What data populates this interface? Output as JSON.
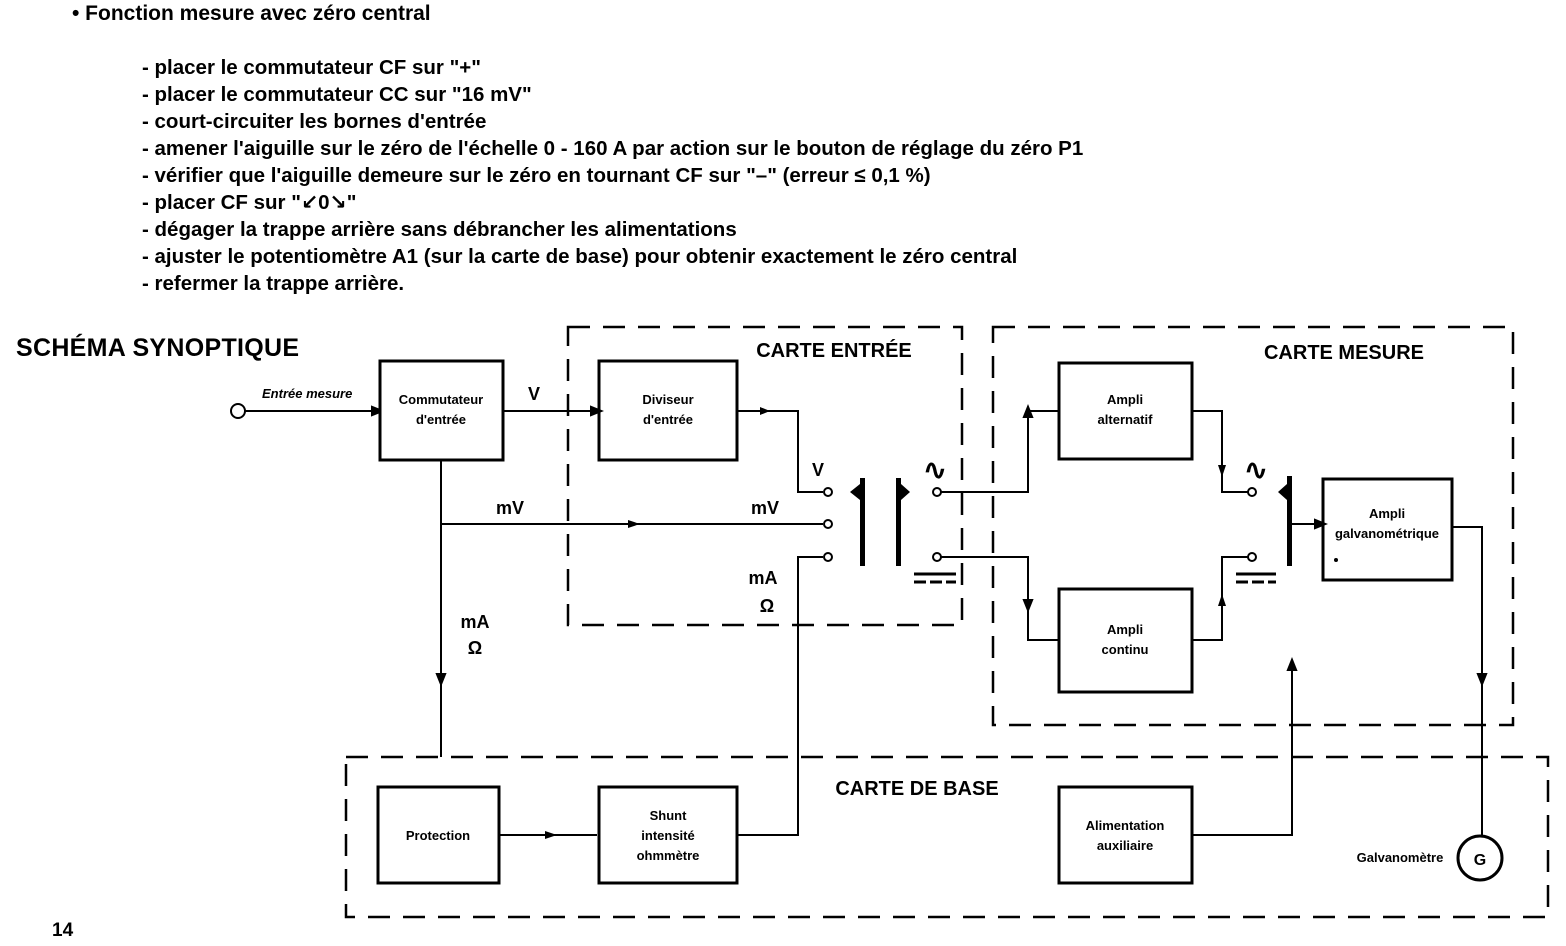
{
  "section": {
    "heading": "• Fonction mesure avec zéro central",
    "steps": [
      "- placer le commutateur  CF  sur \"+\"",
      "- placer le commutateur  CC  sur \"16 mV\"",
      "- court-circuiter les bornes d'entrée",
      "- amener l'aiguille sur le zéro de l'échelle 0 - 160  A  par action sur le bouton de réglage du zéro  P1",
      "- vérifier que l'aiguille demeure sur le zéro en tournant  CF  sur \"–\" (erreur ≤ 0,1 %)",
      "- placer  CF sur \"↙0↘\"",
      "- dégager la trappe arrière sans débrancher les alimentations",
      "- ajuster le potentiomètre A1 (sur la carte de base) pour obtenir exactement le zéro central",
      "- refermer la trappe arrière."
    ]
  },
  "diagram": {
    "title": "SCHÉMA SYNOPTIQUE",
    "cards": {
      "entree": "CARTE ENTRÉE",
      "mesure": "CARTE MESURE",
      "base": "CARTE DE BASE"
    },
    "input_label": "Entrée mesure",
    "blocks": {
      "commutateur": [
        "Commutateur",
        "d'entrée"
      ],
      "diviseur": [
        "Diviseur",
        "d'entrée"
      ],
      "ampli_alternatif": [
        "Ampli",
        "alternatif"
      ],
      "ampli_continu": [
        "Ampli",
        "continu"
      ],
      "ampli_galvano": [
        "Ampli",
        "galvanométrique"
      ],
      "protection": [
        "Protection"
      ],
      "shunt": [
        "Shunt",
        "intensité",
        "ohmmètre"
      ],
      "alimentation": [
        "Alimentation",
        "auxiliaire"
      ]
    },
    "signals": {
      "v_main": "V",
      "v_switch": "V",
      "mv_main": "mV",
      "mv_switch": "mV",
      "ma_down": "mA",
      "ohm_down": "Ω",
      "ma_switch": "mA",
      "ohm_switch": "Ω",
      "ac_symbol": "∿",
      "dc_symbol": "⎓"
    },
    "galvanometer_label": "Galvanomètre",
    "galvanometer_symbol": "G"
  },
  "page_number": "14"
}
